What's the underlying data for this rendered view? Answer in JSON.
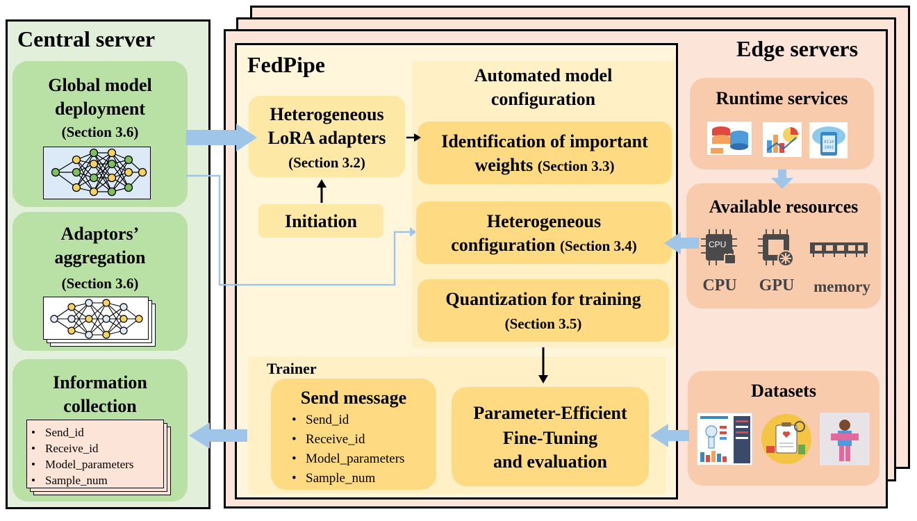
{
  "central": {
    "title": "Central server",
    "global": {
      "line1": "Global model",
      "line2": "deployment",
      "section": "(Section 3.6)"
    },
    "aggregation": {
      "line1": "Adaptors’",
      "line2": "aggregation",
      "section": "(Section 3.6)"
    },
    "info": {
      "line1": "Information",
      "line2": "collection",
      "items": [
        "Send_id",
        "Receive_id",
        "Model_parameters",
        "Sample_num"
      ]
    }
  },
  "edge": {
    "title": "Edge servers",
    "runtime": {
      "title": "Runtime services",
      "icons": [
        "database-icon",
        "analytics-chart-icon",
        "cloud-phone-icon"
      ]
    },
    "resources": {
      "title": "Available resources",
      "cpu_chip": "CPU",
      "cpu": "CPU",
      "gpu": "GPU",
      "memory": "memory"
    },
    "datasets": {
      "title": "Datasets",
      "icons": [
        "medical-infographic-icon",
        "clipboard-icon",
        "person-photo-icon"
      ]
    }
  },
  "fedpipe": {
    "title": "FedPipe",
    "hetero_lora": {
      "line1": "Heterogeneous",
      "line2": "LoRA adapters",
      "section": "(Section 3.2)"
    },
    "initiation": "Initiation",
    "auto_config": {
      "line1": "Automated model",
      "line2": "configuration",
      "identification": {
        "line1": "Identification of important",
        "line2": "weights",
        "section": "(Section 3.3)"
      },
      "hetero_config": {
        "line1": "Heterogeneous",
        "line2": "configuration",
        "section": "(Section 3.4)"
      },
      "quantization": {
        "line1": "Quantization for training",
        "section": "(Section 3.5)"
      }
    },
    "trainer": {
      "title": "Trainer",
      "send": {
        "title": "Send message",
        "items": [
          "Send_id",
          "Receive_id",
          "Model_parameters",
          "Sample_num"
        ]
      },
      "peft": {
        "line1": "Parameter-Efficient",
        "line2": "Fine-Tuning",
        "line3": "and evaluation"
      }
    }
  },
  "colors": {
    "central_bg": "#e2efda",
    "green_box": "#b9e0a5",
    "edge_bg": "#fce5d8",
    "peach_box": "#f8cbad",
    "fedpipe_bg": "#fff6dc",
    "yellow_box": "#fde8a6",
    "config_bg": "#fff0c6",
    "blue_arrow": "#9fc5e8"
  }
}
